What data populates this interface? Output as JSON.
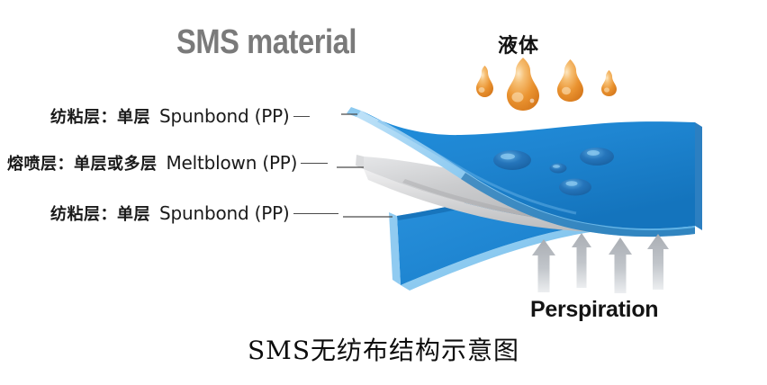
{
  "figure": {
    "title": "SMS material",
    "bottom_caption": "SMS无纺布结构示意图",
    "liquid_caption": "液体",
    "perspiration_caption": "Perspiration"
  },
  "layers": [
    {
      "id": "spunbond-top",
      "cn_label": "纺粘层：单层",
      "en_label": "Spunbond (PP)",
      "material_color": "#1f86d2"
    },
    {
      "id": "meltblown-middle",
      "cn_label": "熔喷层：单层或多层",
      "en_label": "Meltblown (PP)",
      "material_color": "#c6c7c9"
    },
    {
      "id": "spunbond-bottom",
      "cn_label": "纺粘层：单层",
      "en_label": "Spunbond (PP)",
      "material_color": "#1f86d2"
    }
  ],
  "colors": {
    "background": "#ffffff",
    "title_gray": "#7a7a7a",
    "sheet_blue": "#1f86d2",
    "sheet_blue_dark": "#0d5f9e",
    "sheet_blue_light": "#5eb3e8",
    "sheet_blue_edge": "#9fd3f2",
    "meltblown_gray": "#c6c7c9",
    "meltblown_gray_dark": "#9a9b9e",
    "bead_blue": "#1b6fb5",
    "droplet_orange": "#e98a1e",
    "droplet_orange_light": "#f7c873",
    "arrow_gray": "#b4b8bd",
    "text_dark": "#141414"
  },
  "annotations": {
    "falling_droplets_count": 4,
    "surface_beads_count": 4,
    "perspiration_arrows_count": 4,
    "leader_line_color": "#4a4a4a"
  }
}
